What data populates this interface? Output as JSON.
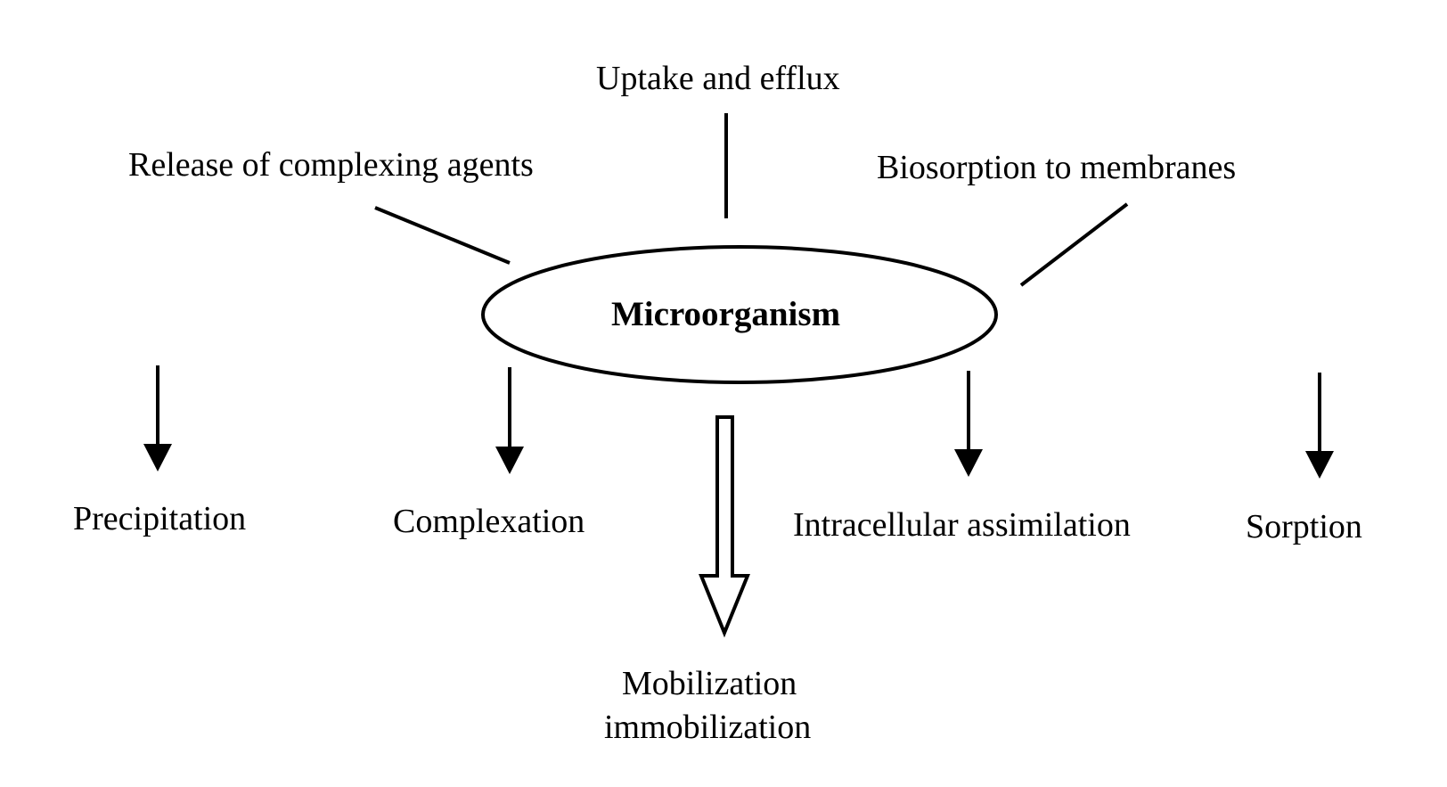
{
  "diagram": {
    "center": {
      "label": "Microorganism"
    },
    "top_processes": [
      {
        "id": "release",
        "label": "Release of complexing agents"
      },
      {
        "id": "uptake",
        "label": "Uptake and efflux"
      },
      {
        "id": "biosorption",
        "label": "Biosorption to membranes"
      }
    ],
    "outcomes": [
      {
        "id": "precipitation",
        "label": "Precipitation"
      },
      {
        "id": "complexation",
        "label": "Complexation"
      },
      {
        "id": "intracellular",
        "label": "Intracellular assimilation"
      },
      {
        "id": "sorption",
        "label": "Sorption"
      }
    ],
    "main_outcome": {
      "line1": "Mobilization",
      "line2": "immobilization"
    },
    "colors": {
      "stroke": "#000000",
      "background": "#ffffff"
    }
  }
}
